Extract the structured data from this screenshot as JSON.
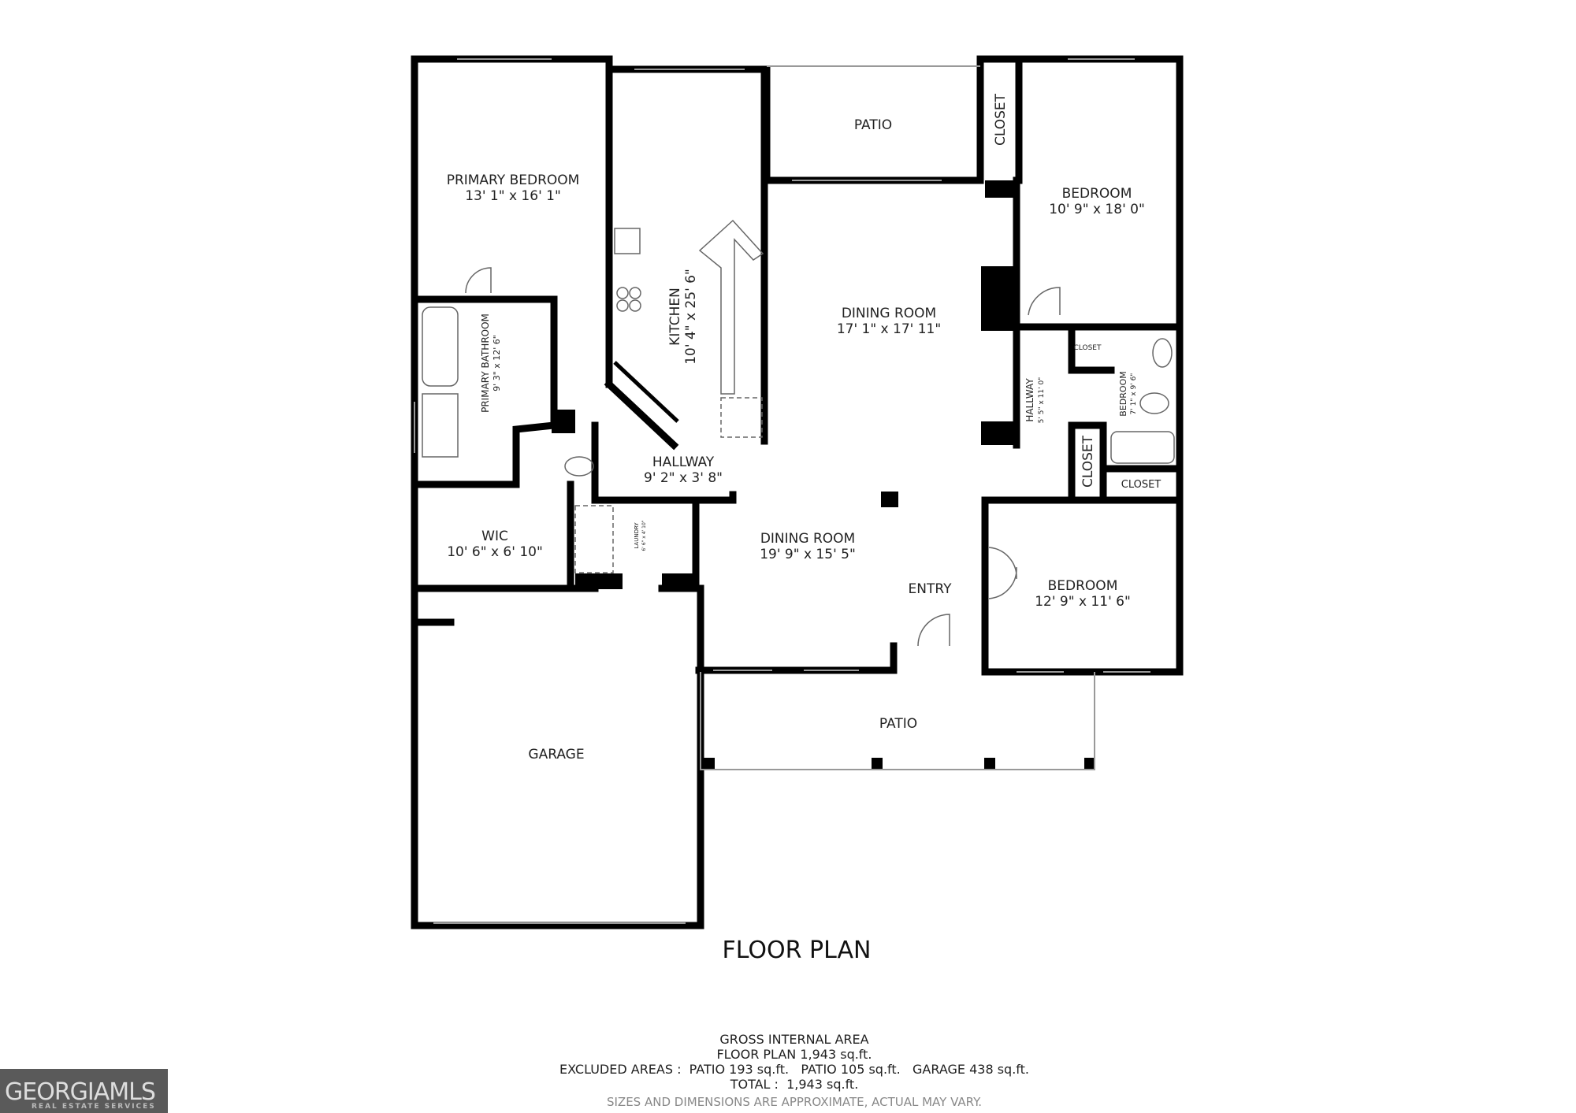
{
  "rooms": {
    "primary_bedroom": {
      "name": "PRIMARY BEDROOM",
      "dims": "13' 1\" x 16' 1\""
    },
    "patio_rear": {
      "name": "PATIO"
    },
    "closet_top": {
      "name": "CLOSET"
    },
    "bedroom_ne": {
      "name": "BEDROOM",
      "dims": "10' 9\" x 18' 0\""
    },
    "kitchen": {
      "name": "KITCHEN",
      "dims": "10' 4\" x 25' 6\""
    },
    "dining_room_1": {
      "name": "DINING ROOM",
      "dims": "17' 1\" x 17' 11\""
    },
    "primary_bathroom": {
      "name": "PRIMARY BATHROOM",
      "dims": "9' 3\" x 12' 6\""
    },
    "hallway_east": {
      "name": "HALLWAY",
      "dims": "5' 5\" x 11' 0\""
    },
    "closet_small": {
      "name": "CLOSET"
    },
    "bedroom_small": {
      "name": "BEDROOM",
      "dims": "7' 1\" x 9' 6\""
    },
    "closet_vertical": {
      "name": "CLOSET"
    },
    "closet_bottom": {
      "name": "CLOSET"
    },
    "hallway": {
      "name": "HALLWAY",
      "dims": "9' 2\" x 3' 8\""
    },
    "wic": {
      "name": "WIC",
      "dims": "10' 6\" x 6' 10\""
    },
    "laundry": {
      "name": "LAUNDRY",
      "dims": "6' 6\" x 4' 10\""
    },
    "dining_room_2": {
      "name": "DINING ROOM",
      "dims": "19' 9\" x 15' 5\""
    },
    "entry": {
      "name": "ENTRY"
    },
    "bedroom_se": {
      "name": "BEDROOM",
      "dims": "12' 9\" x 11' 6\""
    },
    "patio_front": {
      "name": "PATIO"
    },
    "garage": {
      "name": "GARAGE"
    }
  },
  "title": "FLOOR PLAN",
  "summary": {
    "heading": "GROSS INTERNAL AREA",
    "floor_plan": "FLOOR PLAN 1,943 sq.ft.",
    "excluded": "EXCLUDED AREAS :  PATIO 193 sq.ft.   PATIO 105 sq.ft.   GARAGE 438 sq.ft.",
    "total": "TOTAL :  1,943 sq.ft.",
    "disclaimer": "SIZES AND DIMENSIONS ARE APPROXIMATE, ACTUAL MAY VARY."
  },
  "logo": {
    "text": "GEORGIAMLS",
    "tagline": "REAL ESTATE SERVICES"
  }
}
